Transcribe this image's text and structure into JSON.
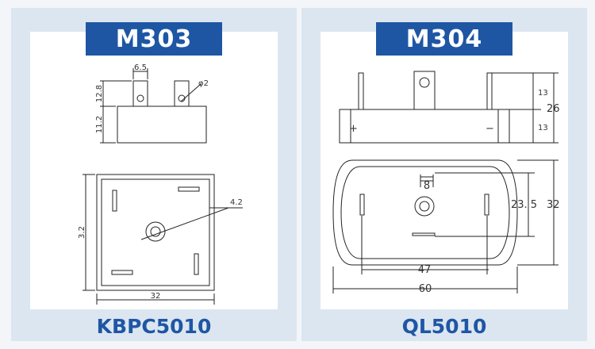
{
  "left": {
    "tag": "M303",
    "model": "KBPC5010",
    "dims": {
      "width_top": "6.5",
      "hole": "φ2",
      "height_top": "12.8",
      "height_body": "11.2",
      "hole2": "4.2",
      "side": "3.2",
      "bottom": "32"
    }
  },
  "right": {
    "tag": "M304",
    "model": "QL5010",
    "dims": {
      "h1": "13",
      "h2": "13",
      "total": "26",
      "plus": "+",
      "minus": "−",
      "slot": "8",
      "mid": "23. 5",
      "height": "32",
      "inner": "47",
      "outer": "60"
    }
  },
  "colors": {
    "accent": "#1f56a4",
    "panel": "#dce6f1"
  }
}
